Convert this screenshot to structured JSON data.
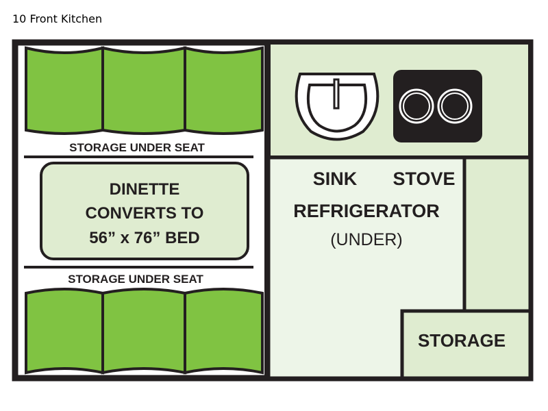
{
  "title": "10 Front Kitchen",
  "colors": {
    "seat_green": "#80c342",
    "counter_green": "#dfecd0",
    "floor_green": "#edf5e8",
    "outline": "#231f20"
  },
  "labels": {
    "storage_top": "STORAGE UNDER SEAT",
    "dinette_line1": "DINETTE",
    "dinette_line2": "CONVERTS TO",
    "dinette_line3": "56” x 76” BED",
    "storage_bottom": "STORAGE UNDER SEAT",
    "sink": "SINK",
    "stove": "STOVE",
    "refrigerator": "REFRIGERATOR",
    "refrigerator_note": "(UNDER)",
    "storage": "STORAGE"
  }
}
